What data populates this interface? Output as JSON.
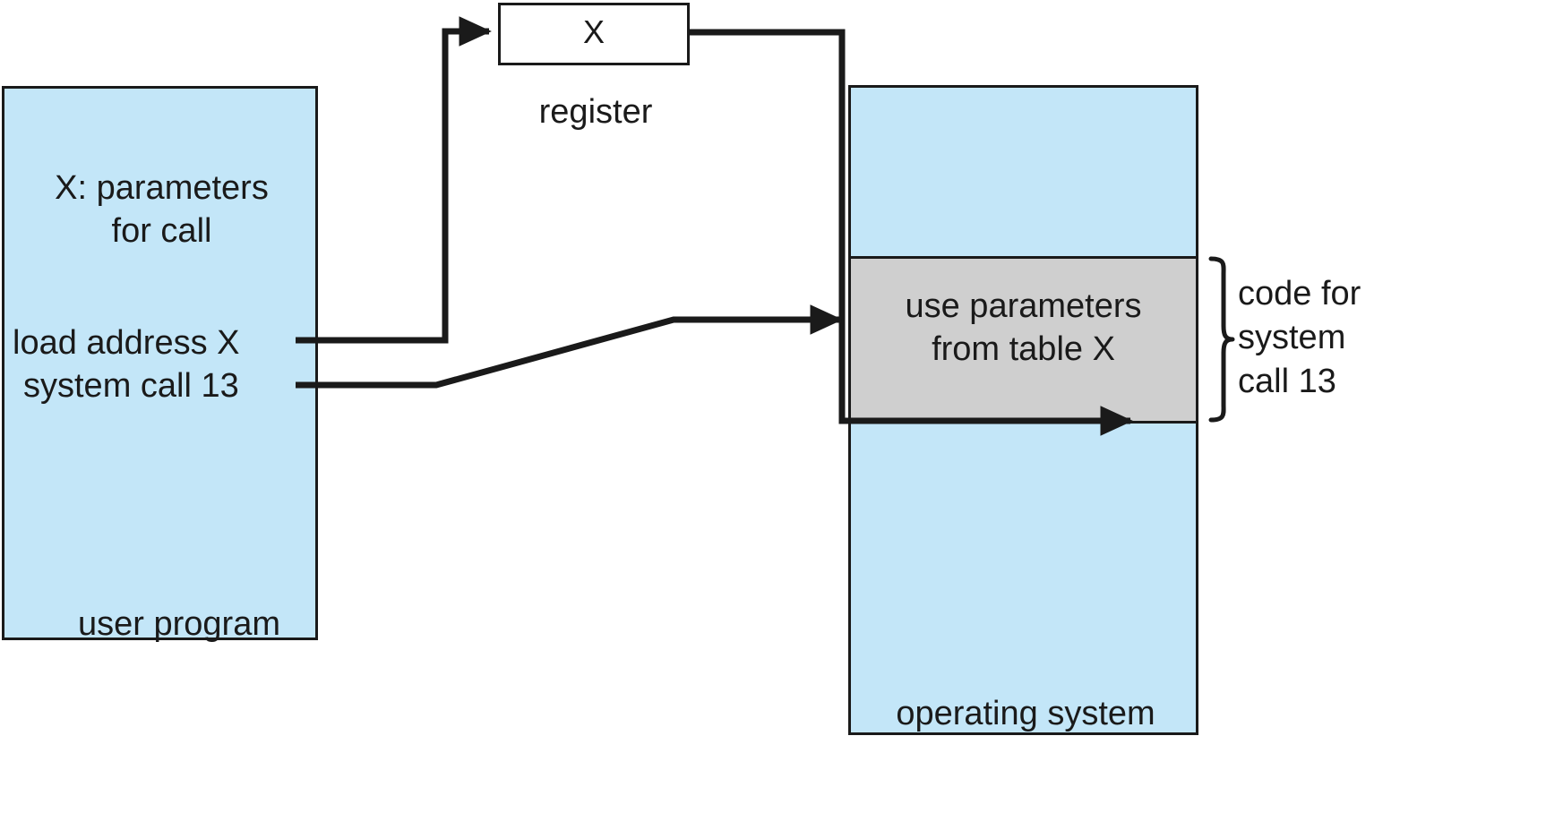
{
  "diagram": {
    "title": "System call parameter passing via table",
    "colors": {
      "box_fill_blue": "#c3e6f8",
      "code_band_gray": "#cfcfcf",
      "stroke": "#1a1a1a",
      "background": "#ffffff"
    }
  },
  "user_program": {
    "label": "user program",
    "params_text": "X: parameters\nfor call",
    "load_instruction": "load address X",
    "syscall_instruction": "system call 13"
  },
  "register": {
    "label": "register",
    "value": "X"
  },
  "operating_system": {
    "label": "operating system",
    "code_text": "use parameters\nfrom table X",
    "brace_label": "code for\nsystem\ncall 13"
  },
  "connections": [
    {
      "name": "load-address-to-register",
      "from": "load address X",
      "to": "register",
      "arrowhead": true
    },
    {
      "name": "register-to-os-code",
      "from": "register",
      "to": "use parameters from table X",
      "arrowhead": true
    },
    {
      "name": "syscall-to-os-code",
      "from": "system call 13",
      "to": "operating system code band",
      "arrowhead": true
    }
  ]
}
